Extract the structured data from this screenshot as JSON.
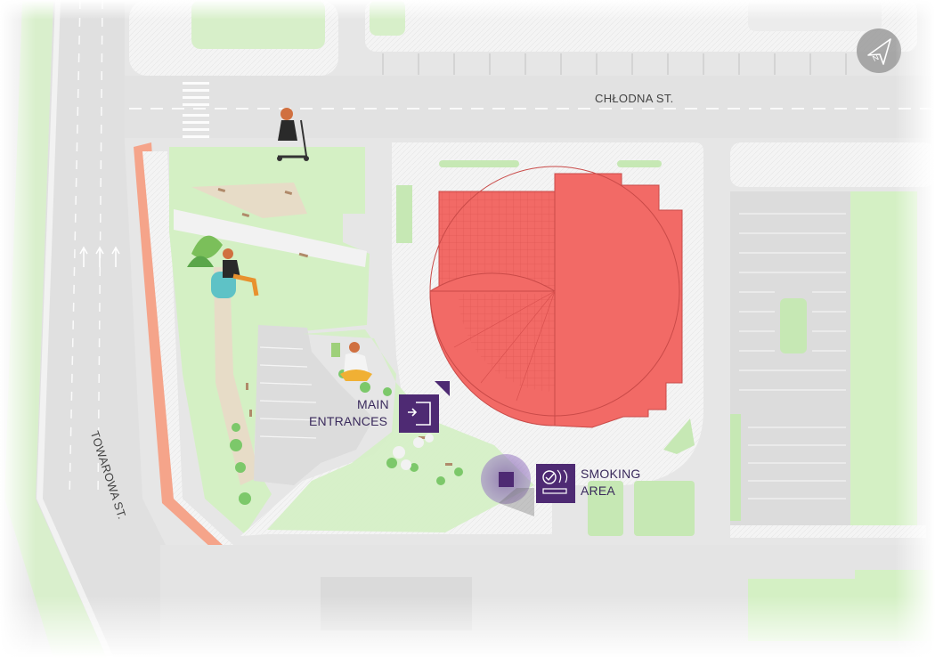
{
  "map": {
    "streets": {
      "north": "CHŁODNA ST.",
      "west": "TOWAROWA ST."
    },
    "pois": {
      "main_entrances": {
        "line1": "MAIN",
        "line2": "ENTRANCES",
        "icon": "entrance-door-icon"
      },
      "smoking_area": {
        "line1": "SMOKING",
        "line2": "AREA",
        "icon": "smoking-icon"
      }
    },
    "compass": {
      "icon": "north-arrow-icon",
      "letter": "N"
    },
    "colors": {
      "building": "#f26a66",
      "building_stroke": "#c94a48",
      "grass": "#d4f0c4",
      "road": "#e4e4e4",
      "poi": "#4e2a73",
      "bike_path": "#f5a48a"
    }
  }
}
